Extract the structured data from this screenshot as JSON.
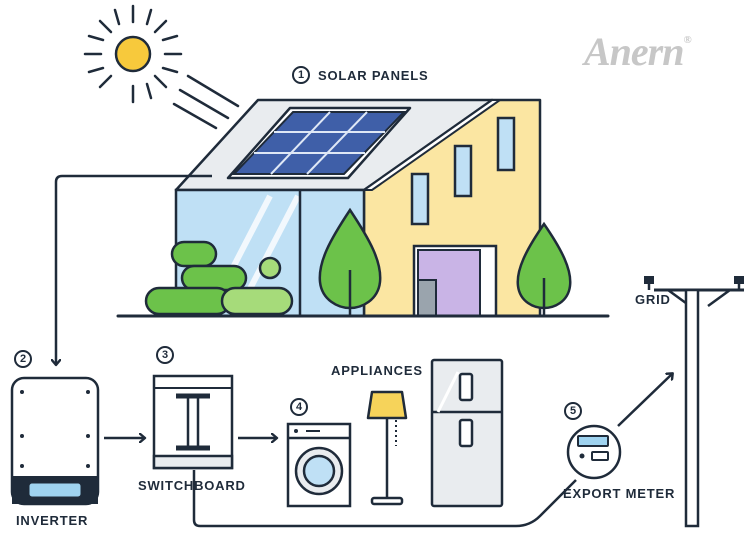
{
  "brand": {
    "logo_text": "Anern",
    "registered": "®"
  },
  "steps": [
    {
      "number": "1",
      "label": "SOLAR PANELS"
    },
    {
      "number": "2",
      "label": "INVERTER"
    },
    {
      "number": "3",
      "label": "SWITCHBOARD"
    },
    {
      "number": "4",
      "label": "APPLIANCES"
    },
    {
      "number": "5",
      "label": "EXPORT METER"
    }
  ],
  "grid": {
    "label": "GRID"
  },
  "colors": {
    "outline": "#1f2b3a",
    "sun": "#f7c93c",
    "panel": "#3f5fa8",
    "house_wall": "#fbe6a2",
    "glass": "#bfe0f5",
    "tree": "#6cc24a",
    "door": "#c9b4e6",
    "lamp": "#f6d35a",
    "appliance": "#e9ecef",
    "inverter_screen": "#9fd3f0"
  },
  "icons": [
    "sun-icon",
    "solar-panel-icon",
    "house-icon",
    "tree-icon",
    "bush-icon",
    "inverter-icon",
    "switchboard-icon",
    "washing-machine-icon",
    "lamp-icon",
    "fridge-icon",
    "meter-icon",
    "power-pole-icon",
    "arrow-icon"
  ]
}
